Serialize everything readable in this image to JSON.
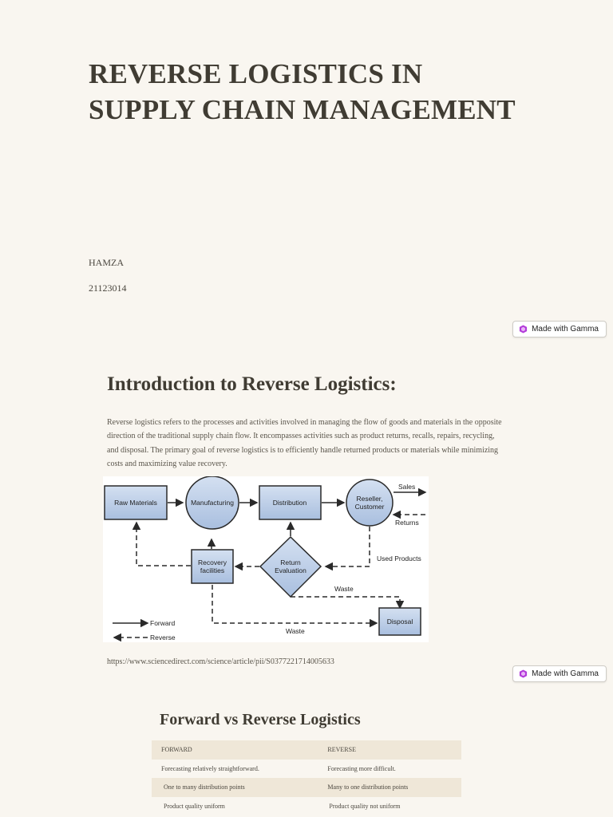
{
  "slide1": {
    "title_line1": "REVERSE LOGISTICS IN",
    "title_line2": "SUPPLY CHAIN MANAGEMENT",
    "author": "HAMZA",
    "student_id": "21123014"
  },
  "badge": {
    "label": "Made with Gamma",
    "icon": "gamma-logo-icon",
    "color": "#b23bd9"
  },
  "slide2": {
    "heading": "Introduction to Reverse Logistics:",
    "body": "Reverse logistics refers to the processes and activities involved in managing the flow of goods and materials in the opposite direction of the traditional supply chain flow. It encompasses activities such as product returns, recalls, repairs, recycling, and disposal. The primary goal of reverse logistics is to efficiently handle returned products or materials while minimizing costs and maximizing value recovery.",
    "source": "https://www.sciencedirect.com/science/article/pii/S0377221714005633",
    "diagram": {
      "raw_materials": "Raw Materials",
      "manufacturing": "Manufacturing",
      "distribution": "Distribution",
      "reseller_line1": "Reseller,",
      "reseller_line2": "Customer",
      "sales": "Sales",
      "returns": "Returns",
      "used_products": "Used Products",
      "recovery_line1": "Recovery",
      "recovery_line2": "facilities",
      "return_eval_line1": "Return",
      "return_eval_line2": "Evaluation",
      "waste_upper": "Waste",
      "waste_lower": "Waste",
      "disposal": "Disposal",
      "legend_forward": "Forward",
      "legend_reverse": "Reverse",
      "fill_color": "#bccde6",
      "stroke_color": "#2a2a2a"
    }
  },
  "slide3": {
    "heading": "Forward vs Reverse Logistics",
    "headers": [
      "FORWARD",
      "REVERSE"
    ],
    "rows": [
      [
        "Forecasting relatively straightforward.",
        "Forecasting more difficult."
      ],
      [
        "One to many distribution points",
        "Many to one distribution points"
      ],
      [
        "Product quality uniform",
        "Product quality not uniform"
      ]
    ]
  }
}
